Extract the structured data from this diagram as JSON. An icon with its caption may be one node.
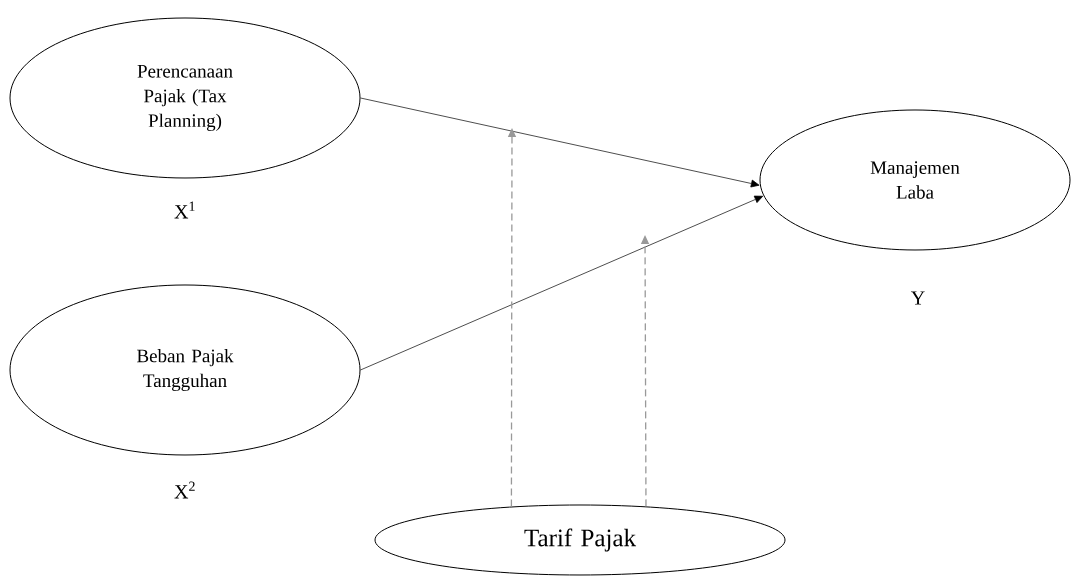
{
  "diagram": {
    "nodes": [
      {
        "text": [
          "Perencanaan Pajak (Tax Planning)"
        ],
        "beside": [
          "X$^{1}$"
        ]
      },
      {
        "text": [
          "Manajemen Laba"
        ],
        "beside": [
          "Y"
        ]
      },
      {
        "text": [
          "Beban Pajak Tangguhan"
        ],
        "beside": [
          "X$^{2}$"
        ]
      },
      {
        "text": [
          "Tarif Pajak"
        ]
      }
    ],
    "edges": [
      {
        "from": 0,
        "to": 1,
        "arrow": "to"
      },
      {
        "from": 2,
        "to": 1,
        "arrow": "to"
      },
      {
        "from": 3,
        "to": null,
        "arrow": "to",
        "style": "dashed",
        "color": "#999999"
      },
      {
        "from": 3,
        "to": null,
        "arrow": "to",
        "style": "dashed",
        "color": "#999999"
      }
    ]
  }
}
